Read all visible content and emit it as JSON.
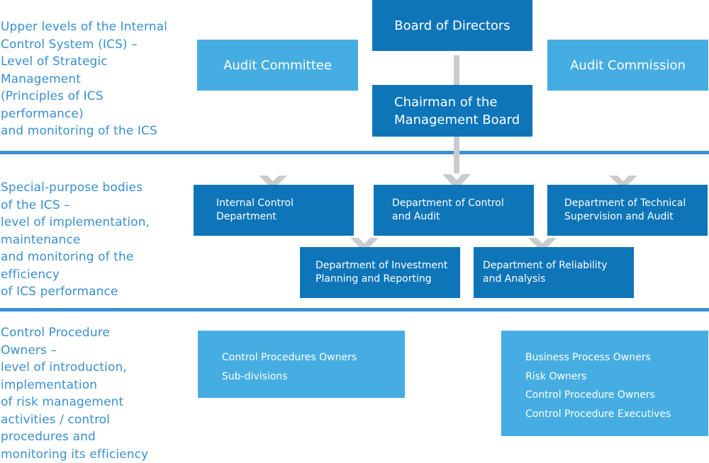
{
  "levels": [
    {
      "lines": [
        "Upper levels of the Internal",
        "Control System (ICS) –",
        "Level of Strategic",
        "Management",
        "(Principles of ICS",
        "performance)",
        "and monitoring of the ICS"
      ]
    },
    {
      "lines": [
        "Special-purpose bodies",
        "of the ICS –",
        "level of implementation,",
        "maintenance",
        "and monitoring of the",
        "efficiency",
        "of ICS performance"
      ]
    },
    {
      "lines": [
        "Control Procedure",
        "Owners –",
        "level of introduction,",
        "implementation",
        "of risk management",
        "activities / control",
        "procedures and",
        "monitoring its efficiency"
      ]
    }
  ],
  "strategic": {
    "board": "Board of Directors",
    "audit_committee": "Audit Committee",
    "audit_commission": "Audit Commission",
    "chairman": [
      "Chairman of the",
      "Management Board"
    ]
  },
  "departments": {
    "internal_control": [
      "Internal Control",
      "Department"
    ],
    "control_audit": [
      "Department of Control",
      "and Audit"
    ],
    "technical": [
      "Department of Technical",
      "Supervision and Audit"
    ],
    "investment": [
      "Department of Investment",
      "Planning and Reporting"
    ],
    "reliability": [
      "Department of Reliability",
      "and Analysis"
    ]
  },
  "owners": {
    "left": [
      "Control Procedures Owners",
      "Sub-divisions"
    ],
    "right": [
      "Business Process Owners",
      "Risk Owners",
      "Control Procedure Owners",
      "Control Procedure Executives"
    ]
  },
  "colors": {
    "dark_box": "#0e75b9",
    "light_box": "#46ade2",
    "divider": "#3b8fd1",
    "label_text": "#3a8fd0",
    "connector": "#c9cbce"
  }
}
